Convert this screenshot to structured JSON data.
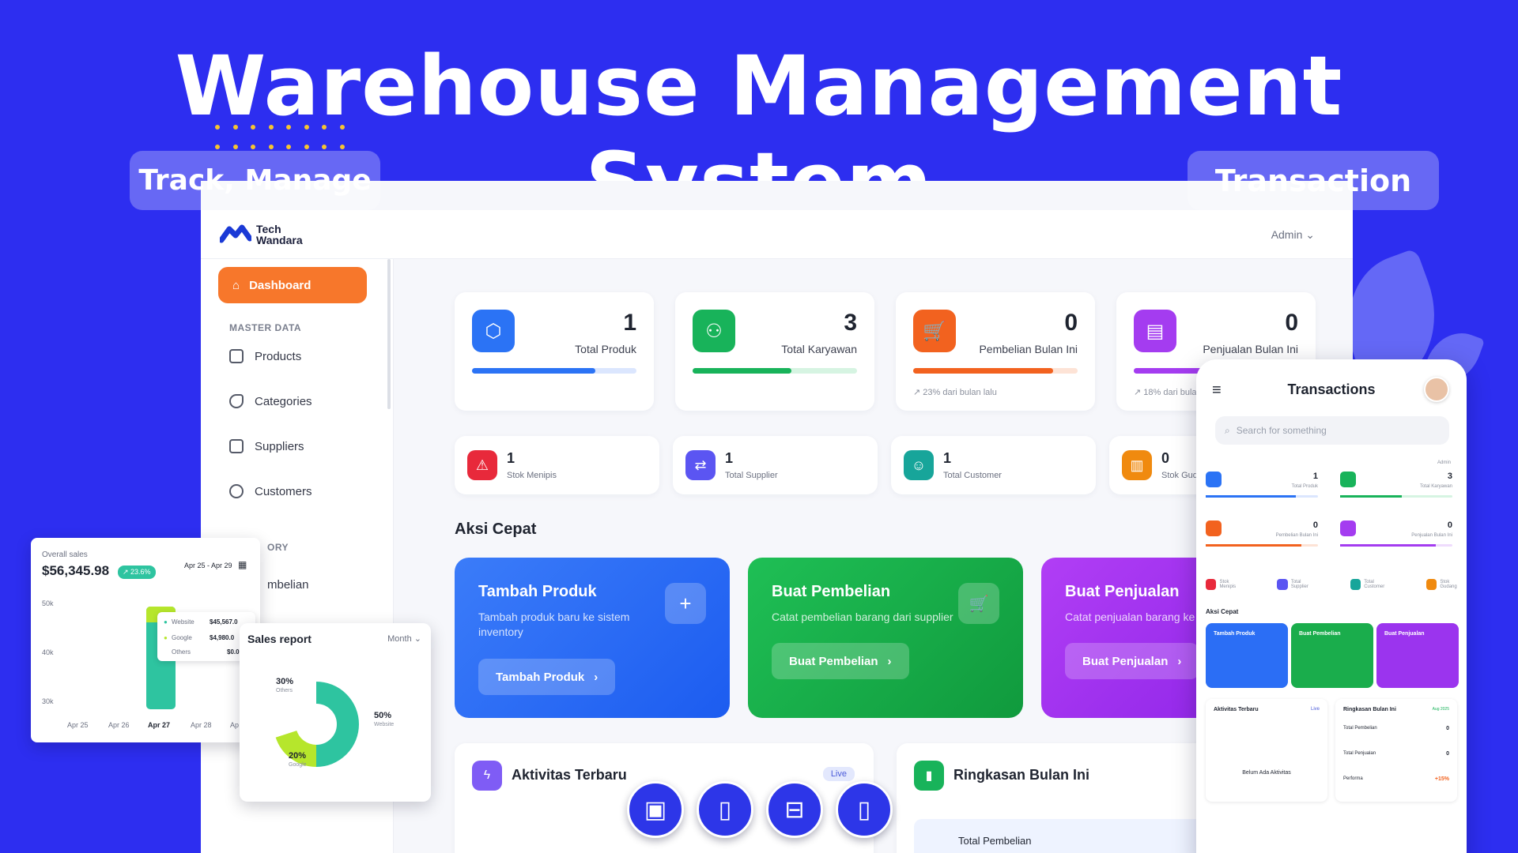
{
  "hero": {
    "title": "Warehouse Management System",
    "pill_left": "Track, Manage",
    "pill_right": "Transaction"
  },
  "brand": {
    "line1": "Tech",
    "line2": "Wandara"
  },
  "header": {
    "admin": "Admin"
  },
  "sidebar": {
    "active": "Dashboard",
    "section_master": "MASTER DATA",
    "items": [
      "Products",
      "Categories",
      "Suppliers",
      "Customers"
    ],
    "section_partial": "ORY",
    "partial_item": "mbelian"
  },
  "stats": [
    {
      "value": "1",
      "label": "Total Produk",
      "color": "#2b73f5",
      "track": "#dbe6fe",
      "fill": 0.75,
      "sub": ""
    },
    {
      "value": "3",
      "label": "Total Karyawan",
      "color": "#18b35a",
      "track": "#d6f4e2",
      "fill": 0.6,
      "sub": ""
    },
    {
      "value": "0",
      "label": "Pembelian Bulan Ini",
      "color": "#f2621f",
      "track": "#fde3d6",
      "fill": 0.85,
      "sub": "↗ 23% dari bulan lalu"
    },
    {
      "value": "0",
      "label": "Penjualan Bulan Ini",
      "color": "#a43cf0",
      "track": "#efdcfd",
      "fill": 0.85,
      "sub": "↗ 18% dari bula"
    }
  ],
  "mini_stats": [
    {
      "value": "1",
      "label": "Stok Menipis",
      "color": "#e8293b"
    },
    {
      "value": "1",
      "label": "Total Supplier",
      "color": "#5b55f2"
    },
    {
      "value": "1",
      "label": "Total Customer",
      "color": "#17a59a"
    },
    {
      "value": "0",
      "label": "Stok Gud",
      "color": "#f08a0f"
    }
  ],
  "quick": {
    "title": "Aksi Cepat",
    "cards": [
      {
        "title": "Tambah Produk",
        "desc": "Tambah produk baru ke sistem inventory",
        "button": "Tambah Produk",
        "icon": "+"
      },
      {
        "title": "Buat Pembelian",
        "desc": "Catat pembelian barang dari supplier",
        "button": "Buat Pembelian",
        "icon": "🛒"
      },
      {
        "title": "Buat Penjualan",
        "desc": "Catat penjualan barang ke c",
        "button": "Buat Penjualan",
        "icon": ""
      }
    ]
  },
  "activity": {
    "title": "Aktivitas Terbaru",
    "badge": "Live"
  },
  "summary": {
    "title": "Ringkasan Bulan Ini",
    "row1": "Total Pembelian"
  },
  "sales": {
    "label": "Overall sales",
    "value": "$56,345.98",
    "change": "↗ 23.6%",
    "range": "Apr 25 - Apr 29",
    "y_ticks": [
      "50k",
      "40k",
      "30k"
    ],
    "x_ticks": [
      "Apr 25",
      "Apr 26",
      "Apr 27",
      "Apr 28",
      "Ap"
    ],
    "legend": [
      {
        "name": "Website",
        "value": "$45,567.0",
        "color": "#2ec4a0"
      },
      {
        "name": "Google",
        "value": "$4,980.0",
        "color": "#b6e62c"
      },
      {
        "name": "Others",
        "value": "$0.0",
        "color": "#ffffff"
      }
    ]
  },
  "report": {
    "title": "Sales report",
    "period": "Month",
    "slices": [
      {
        "name": "Website",
        "value": 50,
        "label": "50%",
        "color": "#2ec4a0"
      },
      {
        "name": "Google",
        "value": 20,
        "label": "20%",
        "color": "#b6e62c"
      },
      {
        "name": "Others",
        "value": 30,
        "label": "30%",
        "color": "#ffffff"
      }
    ]
  },
  "phone": {
    "title": "Transactions",
    "search_placeholder": "Search for something",
    "admin": "Admin",
    "section": "Aksi Cepat",
    "stats": [
      {
        "value": "1",
        "label": "Total Produk"
      },
      {
        "value": "3",
        "label": "Total Karyawan"
      },
      {
        "value": "0",
        "label": "Pembelian Bulan Ini"
      },
      {
        "value": "0",
        "label": "Penjualan Bulan Ini"
      }
    ],
    "minis": [
      "Stok Menipis",
      "Total Supplier",
      "Total Customer",
      "Stok Gudang"
    ],
    "actions": [
      "Tambah Produk",
      "Buat Pembelian",
      "Buat Penjualan"
    ],
    "activity": "Aktivitas Terbaru",
    "activity_badge": "Live",
    "empty": "Belum Ada Aktivitas",
    "summary": "Ringkasan Bulan Ini",
    "summary_badge": "Aug 2025",
    "summary_rows": [
      {
        "label": "Total Pembelian",
        "value": "0"
      },
      {
        "label": "Total Penjualan",
        "value": "0"
      },
      {
        "label": "Performa",
        "value": "+15%"
      }
    ]
  }
}
